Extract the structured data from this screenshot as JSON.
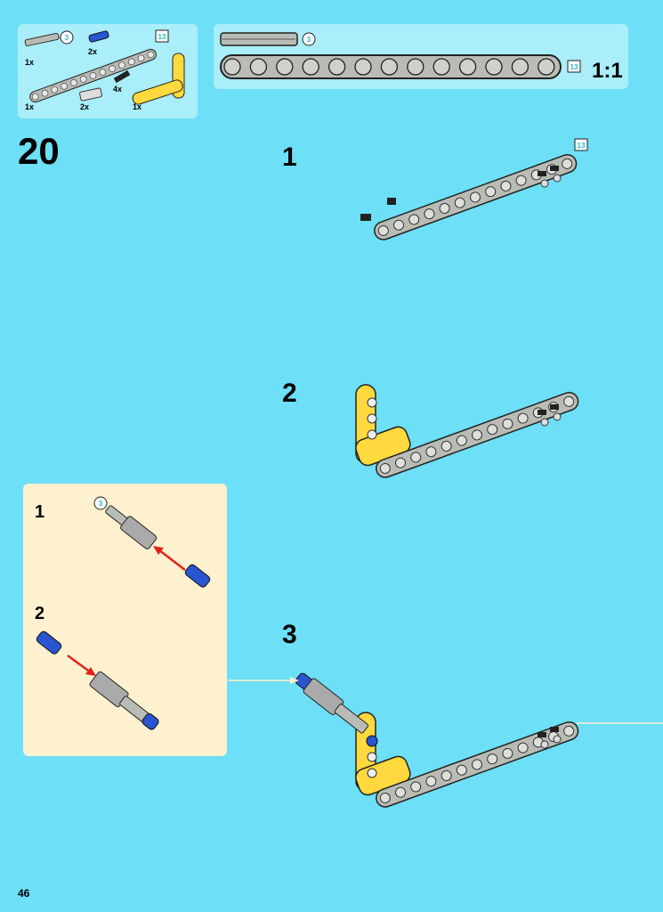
{
  "step_number": "20",
  "page_number": "46",
  "parts_list": [
    {
      "name": "axle-size-3",
      "qty": "1x",
      "length_badge": "3"
    },
    {
      "name": "blue-axle-pin",
      "qty": "2x"
    },
    {
      "name": "beam-13",
      "qty": "1x",
      "length_badge": "13"
    },
    {
      "name": "bush-half",
      "qty": "4x"
    },
    {
      "name": "axle-connector",
      "qty": "2x"
    },
    {
      "name": "yellow-l-beam",
      "qty": "1x"
    }
  ],
  "ruler": {
    "axle_badge": "3",
    "beam_badge": "13",
    "scale": "1:1"
  },
  "substeps": {
    "s1": "1",
    "s2": "2",
    "s3": "3"
  },
  "submodel": {
    "s1": "1",
    "s2": "2",
    "axle_badge": "3"
  },
  "step1_badge": "13",
  "colors": {
    "background": "#6ddff6",
    "panel": "#a9eef9",
    "submodel_panel": "#fdf1cf",
    "yellow": "#ffd93d",
    "gray": "#b9bcb5",
    "blue": "#2a55d0",
    "arrow": "#e0231b"
  }
}
